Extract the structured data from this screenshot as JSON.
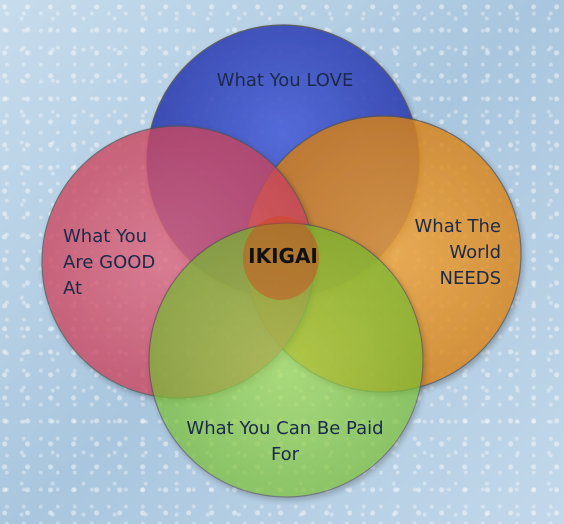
{
  "diagram": {
    "circles": [
      {
        "id": "love",
        "label": "What You LOVE",
        "color": "#3a4fc0"
      },
      {
        "id": "needs",
        "label_lines": [
          "What The",
          "World",
          "NEEDS"
        ],
        "color": "#e8921e"
      },
      {
        "id": "good",
        "label_lines": [
          "What You",
          "Are GOOD",
          "At"
        ],
        "color": "#d9506a"
      },
      {
        "id": "paid",
        "label_lines": [
          "What You Can Be Paid",
          "For"
        ],
        "color": "#8fd13a"
      }
    ],
    "center": "IKIGAI",
    "background_color": "#b8d2e6"
  }
}
